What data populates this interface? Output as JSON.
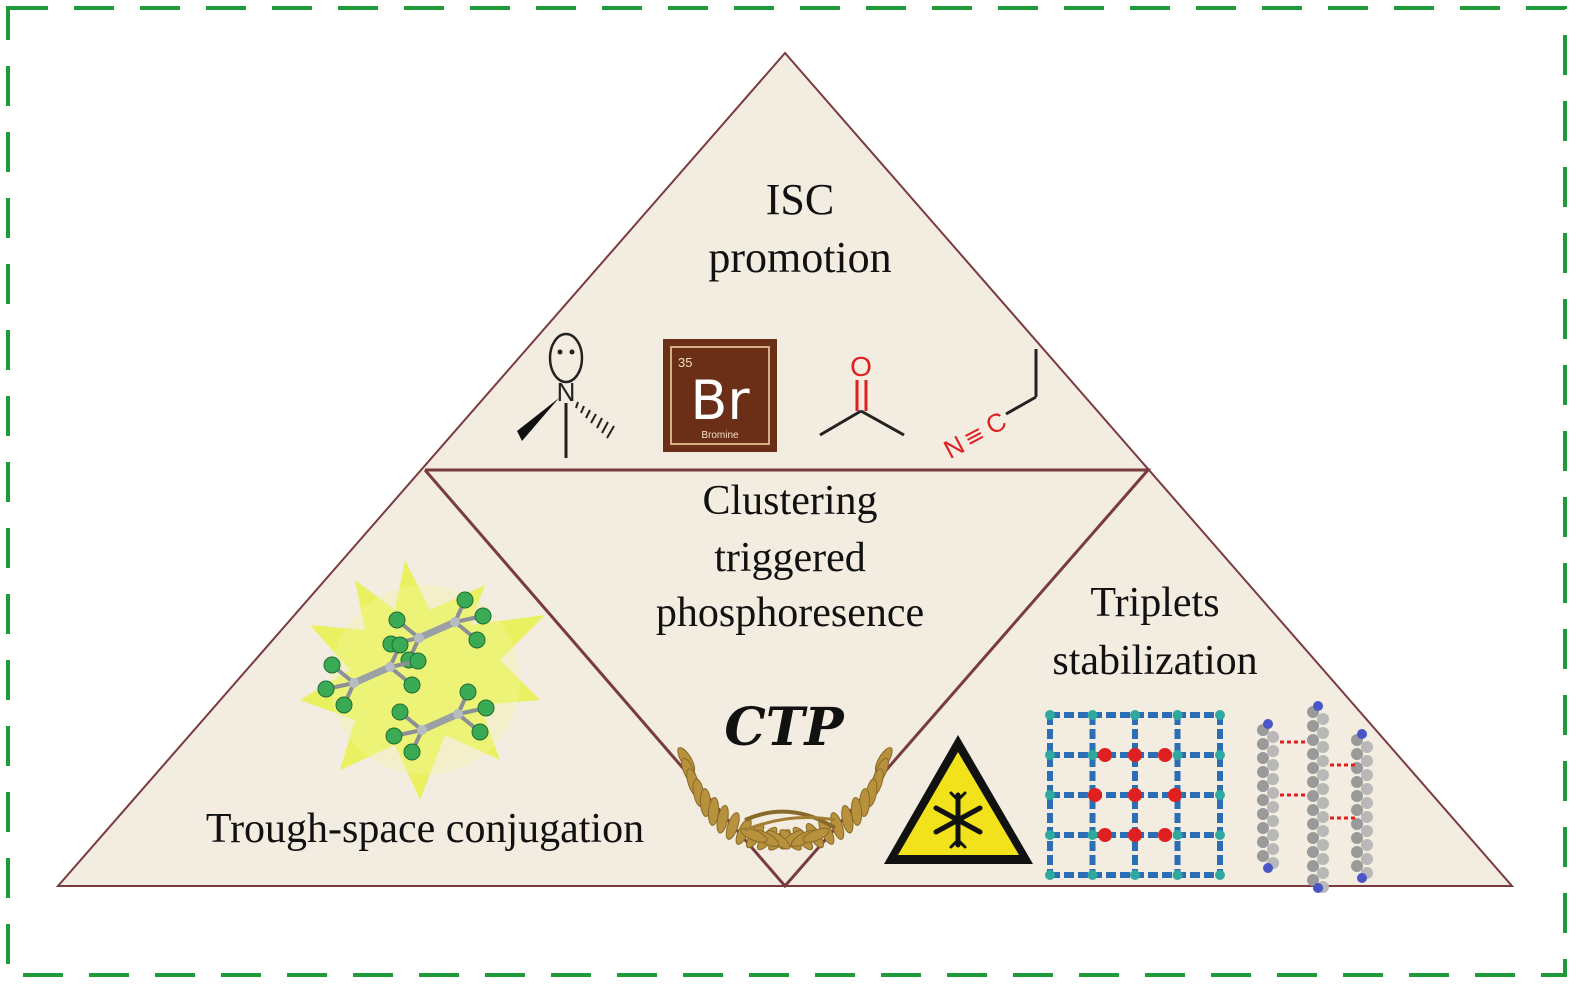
{
  "colors": {
    "frame": "#1f9a3a",
    "triangle_fill": "#f3ece0",
    "triangle_border": "#7a3b3f",
    "bromine_tile": "#6b2e16",
    "red_atom": "#e02020",
    "molecule_green": "#3aaa55",
    "glow_yellow": "#e8f24a",
    "warning_yellow": "#f2e21c",
    "laurel_gold": "#b8913c",
    "lattice_blue": "#2a6fb5"
  },
  "top_section": {
    "title_line1": "ISC",
    "title_line2": "promotion",
    "bromine": {
      "atomic_number": "35",
      "symbol": "Br",
      "name": "Bromine"
    },
    "carbonyl_atom": "O",
    "nitrile_n": "N",
    "nitrile_bond": "≡",
    "nitrile_c": "C",
    "amine_atom": "N"
  },
  "center_section": {
    "title_line1": "Clustering",
    "title_line2": "triggered",
    "title_line3": "phosphoresence",
    "emblem_text": "CTP"
  },
  "left_section": {
    "title": "Trough-space conjugation",
    "icon": "glowing-molecule-cluster-icon"
  },
  "right_section": {
    "title_line1": "Triplets",
    "title_line2": "stabilization",
    "icons": [
      "snowflake-warning-icon",
      "crystal-lattice-icon",
      "stacked-molecules-icon"
    ]
  }
}
